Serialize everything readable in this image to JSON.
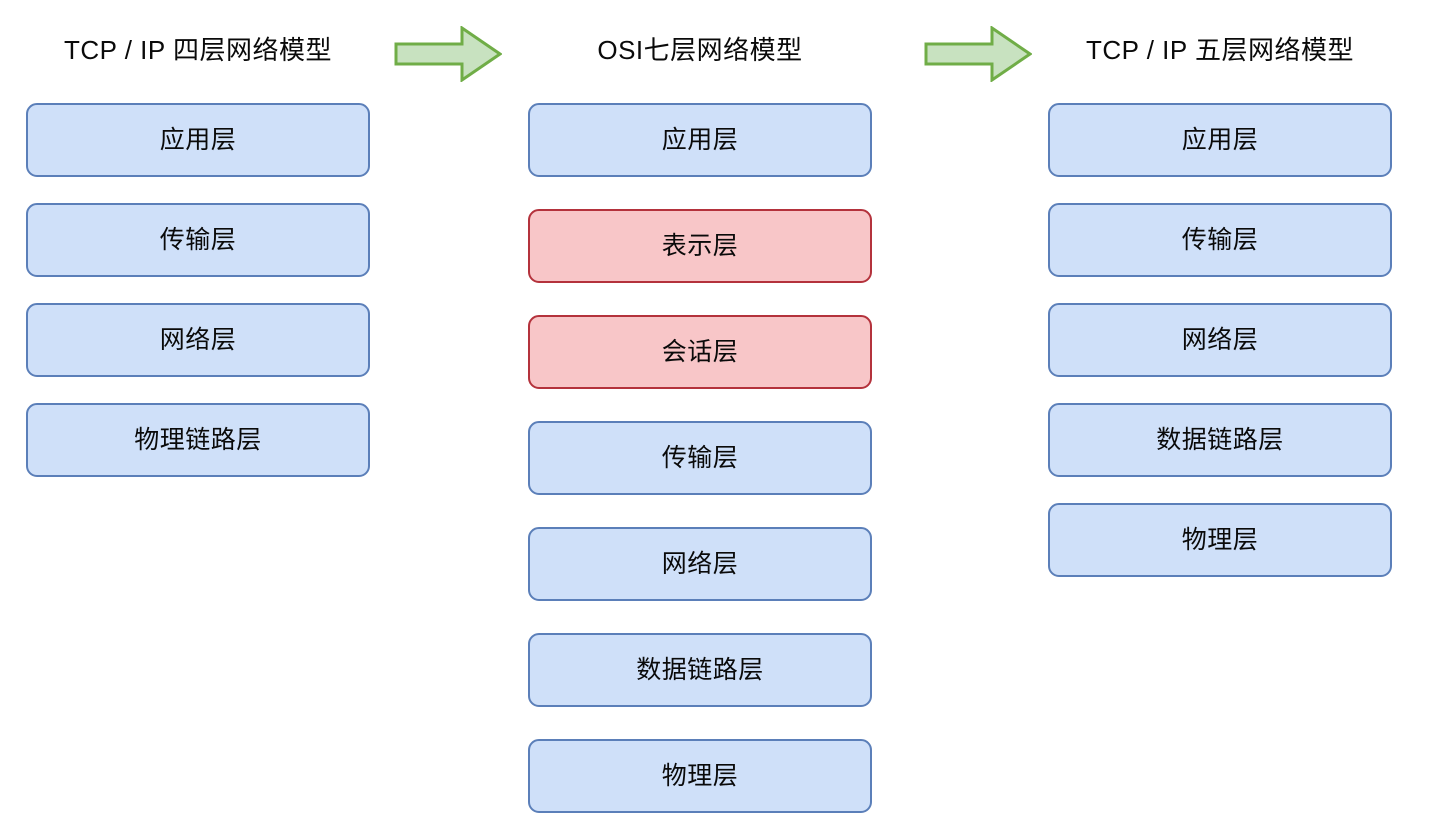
{
  "diagram": {
    "title_row_label": "network-model-comparison",
    "background_color": "#ffffff",
    "box_fill_blue": "#cfe0f9",
    "box_border_blue": "#5b7fb9",
    "box_fill_red": "#f8c6c8",
    "box_border_red": "#b4323c",
    "arrow_fill": "#c8e2c0",
    "arrow_border": "#70ad47"
  },
  "columns": [
    {
      "id": "tcp-ip-four-layer",
      "title": "TCP / IP 四层网络模型",
      "layers": [
        {
          "label": "应用层",
          "accent": "blue"
        },
        {
          "label": "传输层",
          "accent": "blue"
        },
        {
          "label": "网络层",
          "accent": "blue"
        },
        {
          "label": "物理链路层",
          "accent": "blue"
        }
      ]
    },
    {
      "id": "osi-seven-layer",
      "title": "OSI七层网络模型",
      "layers": [
        {
          "label": "应用层",
          "accent": "blue"
        },
        {
          "label": "表示层",
          "accent": "red"
        },
        {
          "label": "会话层",
          "accent": "red"
        },
        {
          "label": "传输层",
          "accent": "blue"
        },
        {
          "label": "网络层",
          "accent": "blue"
        },
        {
          "label": "数据链路层",
          "accent": "blue"
        },
        {
          "label": "物理层",
          "accent": "blue"
        }
      ]
    },
    {
      "id": "tcp-ip-five-layer",
      "title": "TCP / IP 五层网络模型",
      "layers": [
        {
          "label": "应用层",
          "accent": "blue"
        },
        {
          "label": "传输层",
          "accent": "blue"
        },
        {
          "label": "网络层",
          "accent": "blue"
        },
        {
          "label": "数据链路层",
          "accent": "blue"
        },
        {
          "label": "物理层",
          "accent": "blue"
        }
      ]
    }
  ],
  "arrows": [
    {
      "id": "arrow-tcpip4-to-osi",
      "icon": "right-arrow-icon",
      "direction": "right"
    },
    {
      "id": "arrow-osi-to-tcpip5",
      "icon": "right-arrow-icon",
      "direction": "right"
    }
  ]
}
